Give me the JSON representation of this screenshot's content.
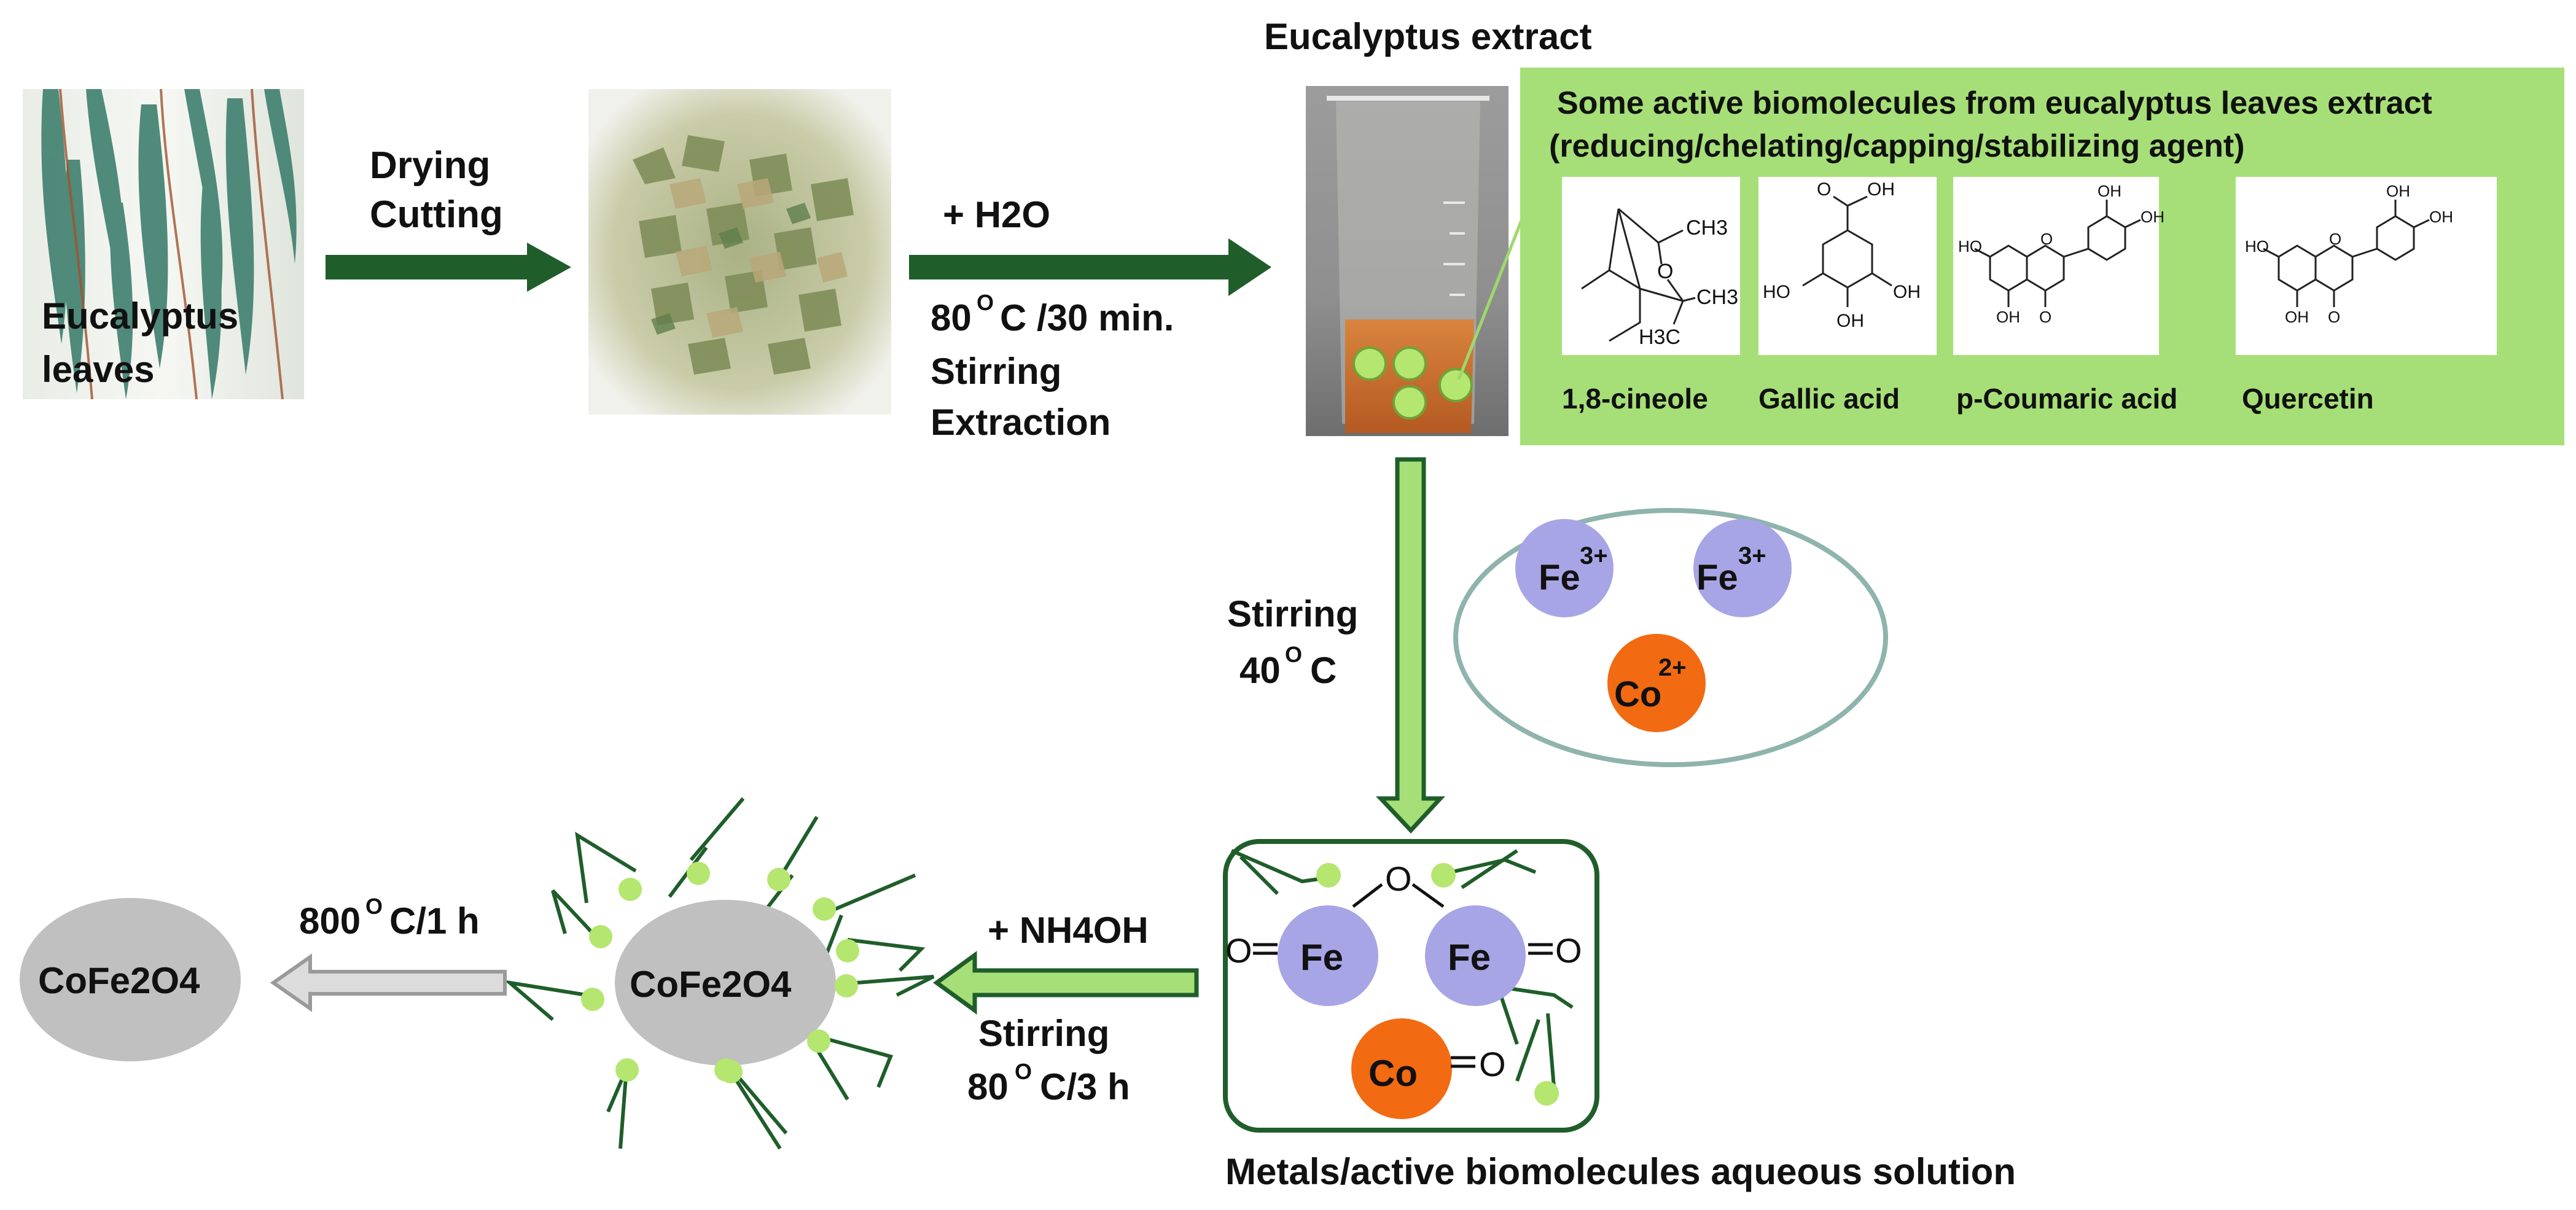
{
  "images": {
    "leaves_label_1": "Eucalyptus",
    "leaves_label_2": "leaves",
    "extract_title": "Eucalyptus extract"
  },
  "steps": {
    "drying_1": "Drying",
    "drying_2": "Cutting",
    "extraction_reagent": "+ H2O",
    "extraction_temp": "80",
    "extraction_temp_unit": "C /30 min.",
    "extraction_3": "Stirring",
    "extraction_4": "Extraction",
    "mix_1": "Stirring",
    "mix_temp": "40",
    "mix_temp_unit": "C",
    "precip_reagent": "+ NH4OH",
    "precip_1": "Stirring",
    "precip_temp": "80",
    "precip_temp_unit": "C/3 h",
    "calc_temp": "800",
    "calc_unit": "C/1 h",
    "degree_o": "O"
  },
  "biomolecules": {
    "header_1": "Some active biomolecules from eucalyptus leaves extract",
    "header_2": "(reducing/chelating/capping/stabilizing agent)",
    "names": [
      "1,8-cineole",
      "Gallic acid",
      "p-Coumaric acid",
      "Quercetin"
    ]
  },
  "chem": {
    "ch3": "CH3",
    "h3c": "H3C",
    "o": "O",
    "oh": "OH",
    "ho": "HO"
  },
  "ions": {
    "fe": "Fe",
    "fe_charge": "3+",
    "co": "Co",
    "co_charge": "2+"
  },
  "complex": {
    "fe": "Fe",
    "co": "Co",
    "o": "O",
    "caption": "Metals/active biomolecules aqueous solution"
  },
  "products": {
    "coated": "CoFe2O4",
    "final": "CoFe2O4"
  },
  "colors": {
    "dark_green": "#1f5e2a",
    "panel_green": "#a6df77",
    "dot_green": "#b5e66f",
    "fe_purple": "#a7a5e6",
    "co_orange": "#f26a12",
    "gray": "#c0c0c0"
  }
}
